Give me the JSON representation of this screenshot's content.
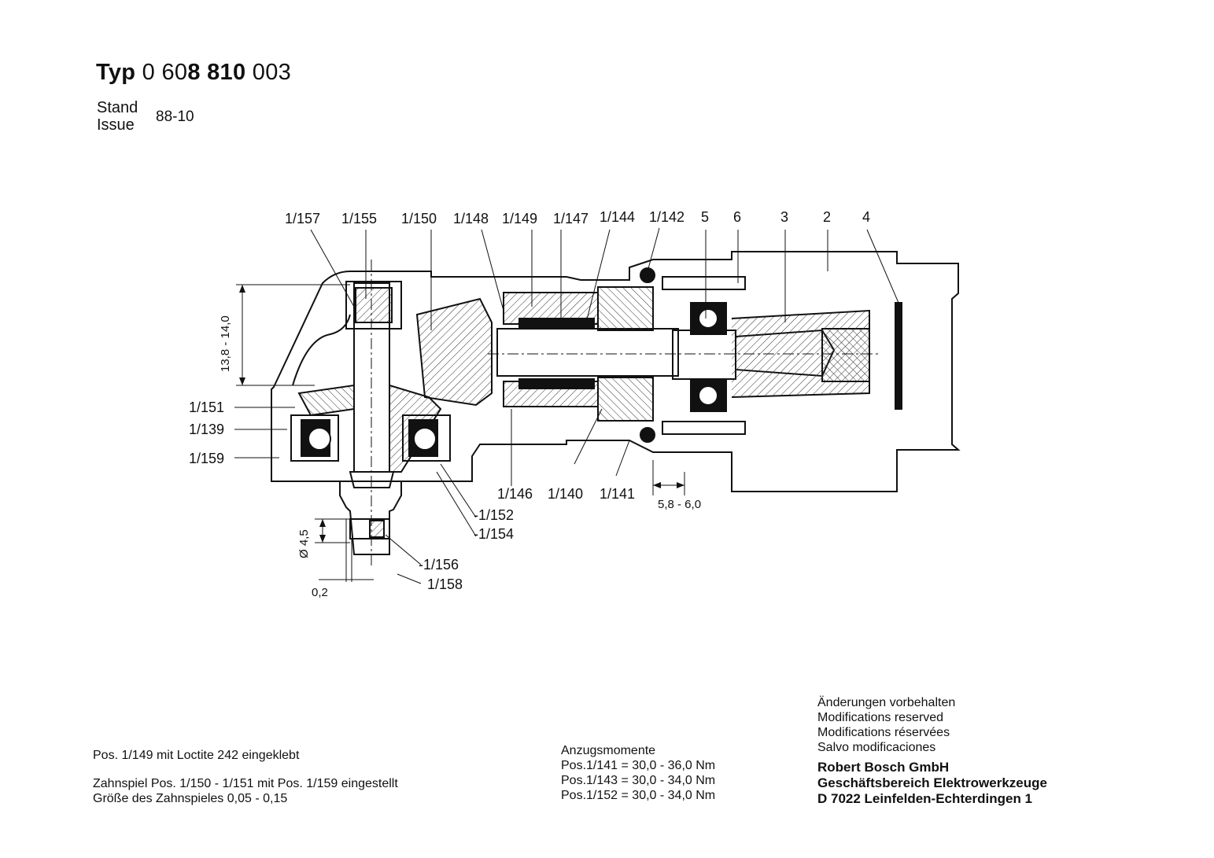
{
  "header": {
    "typ_label": "Typ",
    "typ_prefix": "0 60",
    "typ_bold": "8 810",
    "typ_suffix": "003",
    "stand_label": "Stand",
    "issue_label": "Issue",
    "stand_value": "88-10"
  },
  "callouts": {
    "top": [
      "1/157",
      "1/155",
      "1/150",
      "1/148",
      "1/149",
      "1/147",
      "1/144",
      "1/142",
      "5",
      "6",
      "3",
      "2",
      "4"
    ],
    "left": [
      "1/151",
      "1/139",
      "1/159"
    ],
    "bottom": [
      "1/146",
      "1/140",
      "1/141",
      "-1/152",
      "-1/154",
      "-1/156",
      "1/158"
    ]
  },
  "dimensions": {
    "height": "13,8 - 14,0",
    "gap": "5,8 - 6,0",
    "diameter": "Ø 4,5",
    "offset": "0,2"
  },
  "notes": {
    "loctite": "Pos. 1/149  mit  Loctite 242  eingeklebt",
    "backlash_1": "Zahnspiel Pos.  1/150 - 1/151 mit Pos.  1/159 eingestellt",
    "backlash_2": "Größe des Zahnspieles 0,05 - 0,15"
  },
  "torques": {
    "title": "Anzugsmomente",
    "rows": [
      "Pos.1/141 = 30,0 - 36,0 Nm",
      "Pos.1/143 = 30,0 - 34,0 Nm",
      "Pos.1/152 = 30,0 - 34,0 Nm"
    ]
  },
  "footer": {
    "modifications": [
      "Änderungen vorbehalten",
      "Modifications reserved",
      "Modifications réservées",
      "Salvo modificaciones"
    ],
    "company": [
      "Robert Bosch GmbH",
      "Geschäftsbereich Elektrowerkzeuge",
      "D 7022 Leinfelden-Echterdingen 1"
    ]
  }
}
